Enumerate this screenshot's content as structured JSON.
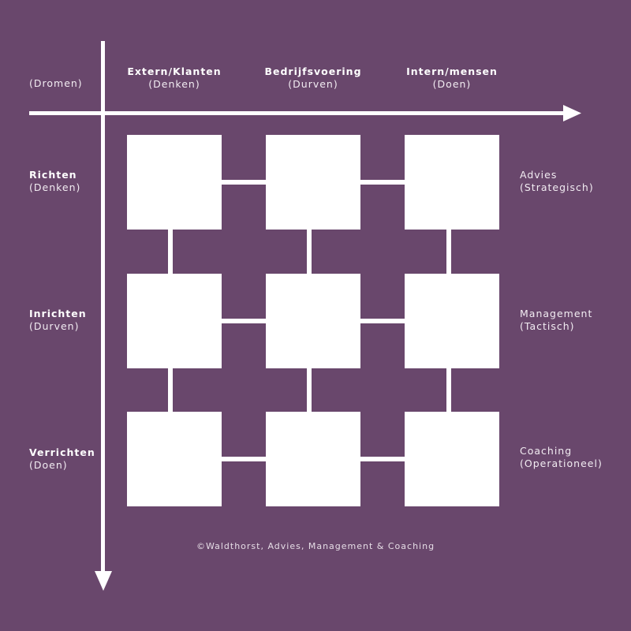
{
  "corner_label": "(Dromen)",
  "columns": [
    {
      "title": "Extern/Klanten",
      "sub": "(Denken)"
    },
    {
      "title": "Bedrijfsvoering",
      "sub": "(Durven)"
    },
    {
      "title": "Intern/mensen",
      "sub": "(Doen)"
    }
  ],
  "rows": [
    {
      "title": "Richten",
      "sub": "(Denken)",
      "right1": "Advies",
      "right2": "(Strategisch)"
    },
    {
      "title": "Inrichten",
      "sub": "(Durven)",
      "right1": "Management",
      "right2": "(Tactisch)"
    },
    {
      "title": "Verrichten",
      "sub": "(Doen)",
      "right1": "Coaching",
      "right2": "(Operationeel)"
    }
  ],
  "copyright": "©Waldthorst, Advies, Management & Coaching",
  "colors": {
    "background": "#69476c",
    "foreground": "#ffffff"
  }
}
